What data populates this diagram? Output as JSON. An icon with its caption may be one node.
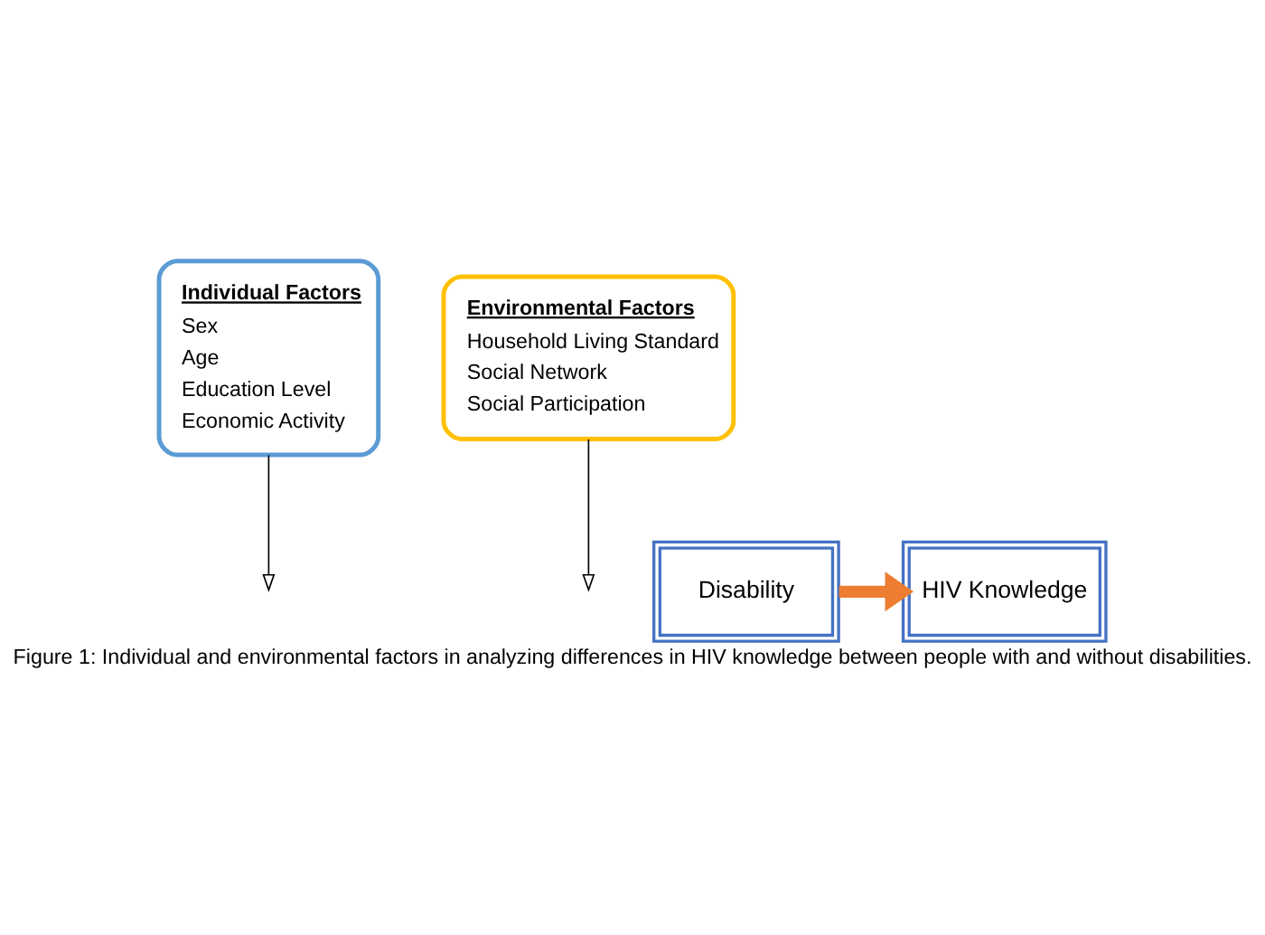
{
  "diagram": {
    "caption": "Figure 1: Individual and environmental factors in analyzing differences in HIV knowledge between people with and without disabilities.",
    "nodes": [
      {
        "text": [
          "Individual Factors",
          "Sex",
          "Age",
          "Education Level",
          "Economic Activity"
        ]
      },
      {
        "text": [
          "Environmental Factors",
          "Household Living Standard",
          "Social Network",
          "Social Participation"
        ]
      },
      {
        "text": [
          "Disability"
        ]
      },
      {
        "text": [
          "HIV Knowledge"
        ]
      }
    ],
    "edges": [
      {
        "from": 2,
        "to": 3,
        "arrow": "to",
        "style": "thick",
        "color": "#ed7d31"
      },
      {
        "from": 0,
        "to": null,
        "arrow": "to"
      },
      {
        "from": 1,
        "to": null,
        "arrow": "to"
      }
    ]
  }
}
